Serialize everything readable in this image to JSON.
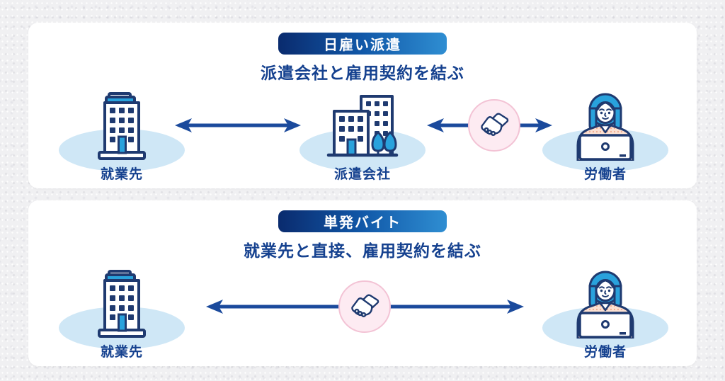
{
  "colors": {
    "navy_outline": "#1f3a70",
    "text_navy": "#15418f",
    "arrow_navy": "#1b4a9c",
    "accent_blue": "#29a2dc",
    "ellipse_blue": "#cfe7f6",
    "badge_gradient_start": "#0a2b6e",
    "badge_gradient_end": "#2f8ed2",
    "handshake_circle_fill": "#fdebf2",
    "handshake_circle_border": "#f3c3d5",
    "panel_bg": "#ffffff",
    "page_bg": "#f0f0f2"
  },
  "sections": [
    {
      "badge": "日雇い派遣",
      "subtitle": "派遣会社と雇用契約を結ぶ",
      "entities": [
        {
          "label": "就業先",
          "icon": "office-building"
        },
        {
          "label": "派遣会社",
          "icon": "company-buildings"
        },
        {
          "label": "労働者",
          "icon": "worker-with-laptop"
        }
      ]
    },
    {
      "badge": "単発バイト",
      "subtitle": "就業先と直接、雇用契約を結ぶ",
      "entities": [
        {
          "label": "就業先",
          "icon": "office-building"
        },
        {
          "label": "労働者",
          "icon": "worker-with-laptop"
        }
      ]
    }
  ]
}
